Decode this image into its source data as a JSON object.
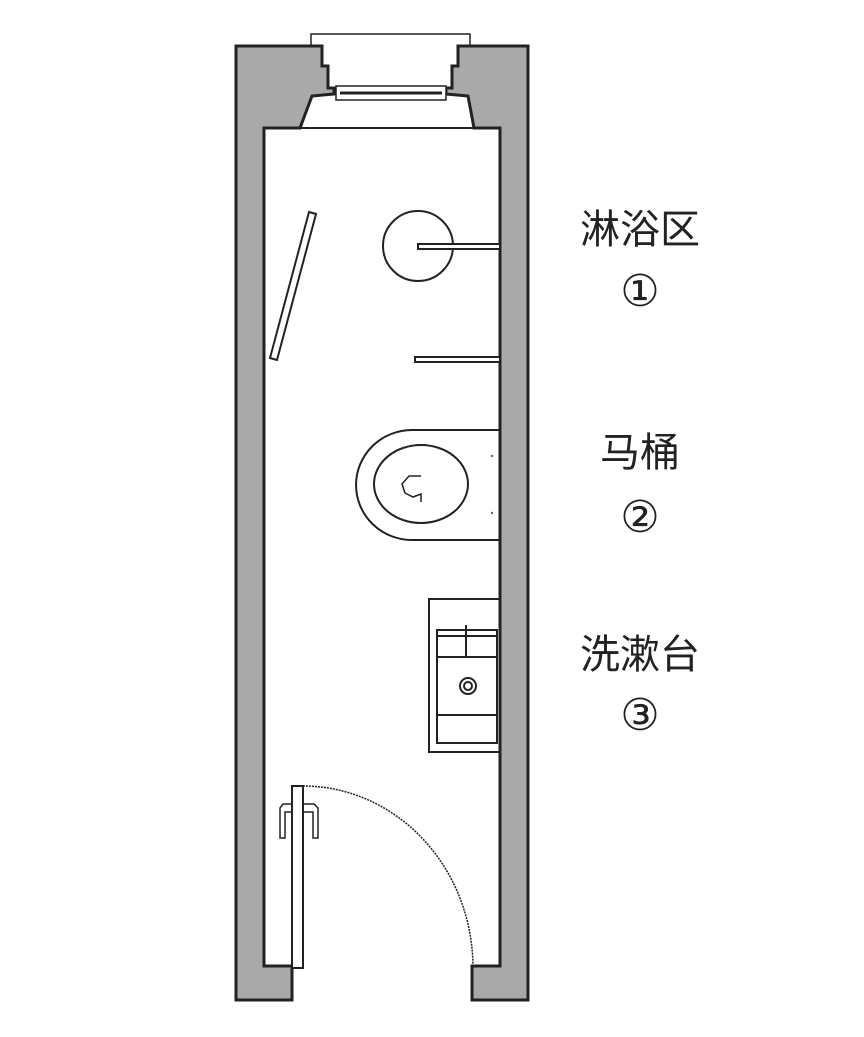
{
  "zones": [
    {
      "name": "淋浴区",
      "number": "①"
    },
    {
      "name": "马桶",
      "number": "②"
    },
    {
      "name": "洗漱台",
      "number": "③"
    }
  ],
  "colors": {
    "wall": "#a9a9a9",
    "line": "#222222",
    "background": "#ffffff"
  }
}
